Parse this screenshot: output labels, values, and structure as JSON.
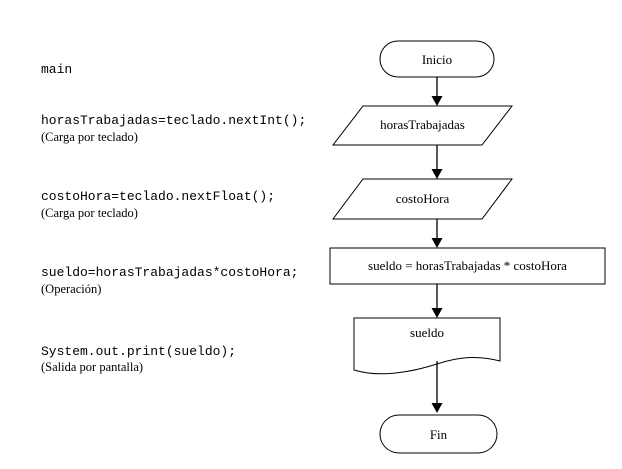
{
  "page": {
    "background_color": "#ffffff",
    "line_color": "#000000"
  },
  "code_listing": {
    "lines": [
      {
        "code": "main",
        "note": ""
      },
      {
        "code": "horasTrabajadas=teclado.nextInt();",
        "note": "(Carga por teclado)"
      },
      {
        "code": "costoHora=teclado.nextFloat();",
        "note": "(Carga por teclado)"
      },
      {
        "code": "sueldo=horasTrabajadas*costoHora;",
        "note": "(Operación)"
      },
      {
        "code": "System.out.print(sueldo);",
        "note": "(Salida por pantalla)"
      }
    ]
  },
  "flowchart": {
    "start_label": "Inicio",
    "input1_label": "horasTrabajadas",
    "input2_label": "costoHora",
    "process_label": "sueldo = horasTrabajadas * costoHora",
    "output_label": "sueldo",
    "end_label": "Fin"
  }
}
